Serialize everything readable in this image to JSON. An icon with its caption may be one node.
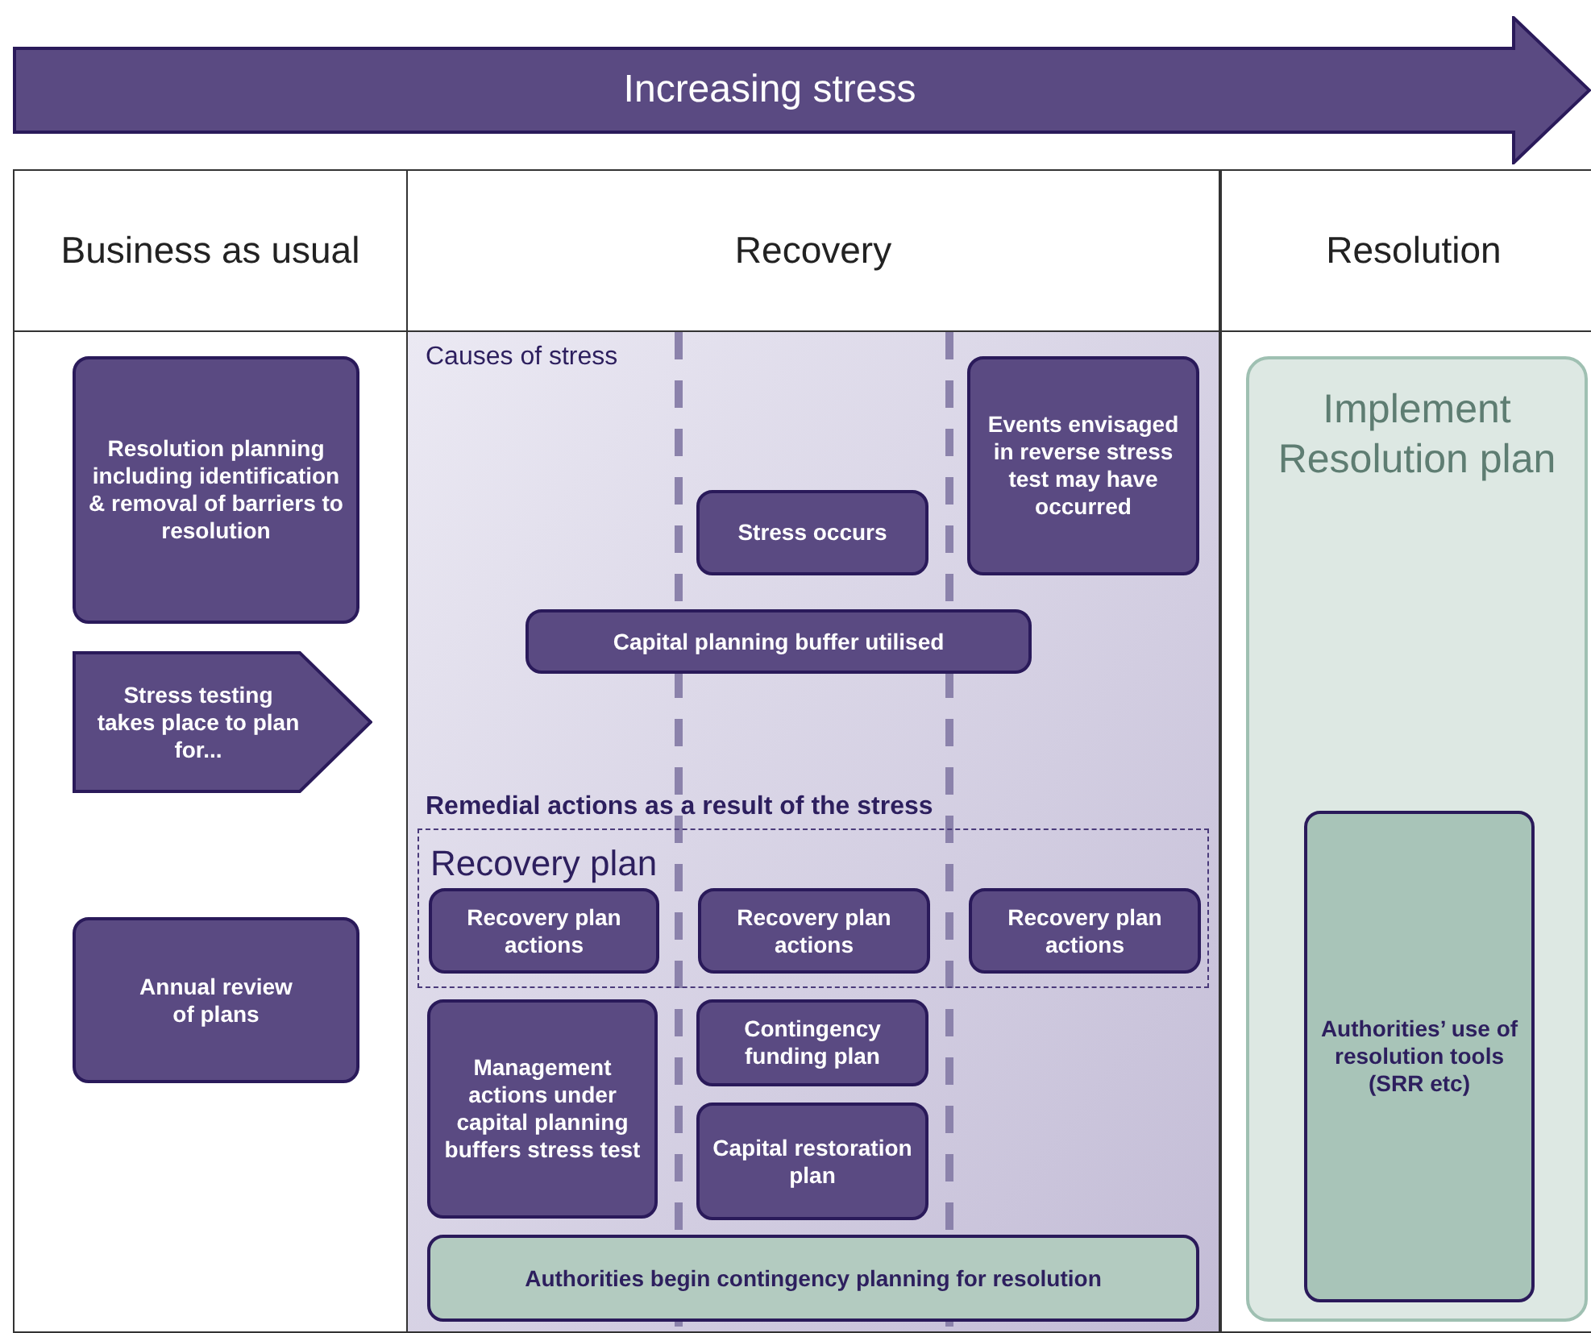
{
  "diagram": {
    "nodes": [
      {
        "text": [
          "Increasing stress"
        ]
      },
      {
        "text": [
          "Business as usual"
        ]
      },
      {
        "text": [
          "Resolution planning including identification & removal of barriers to resolution"
        ],
        "in": 1
      },
      {
        "text": [
          "Stress testing takes place to plan for..."
        ],
        "in": 1
      },
      {
        "text": [
          "Annual review of plans"
        ],
        "in": 1
      },
      {
        "text": [
          "Recovery"
        ]
      },
      {
        "text": [
          "Stress occurs"
        ],
        "in": 5
      },
      {
        "text": [
          "Events envisaged in reverse stress test may have occurred"
        ],
        "in": 5
      },
      {
        "text": [
          "Capital planning buffer utilised"
        ],
        "in": 5
      },
      {
        "text": [
          "Recovery plan"
        ],
        "in": 5
      },
      {
        "text": [
          "Recovery plan actions"
        ],
        "in": 9
      },
      {
        "text": [
          "Recovery plan actions"
        ],
        "in": 9
      },
      {
        "text": [
          "Recovery plan actions"
        ],
        "in": 9
      },
      {
        "text": [
          "Management actions under capital planning buffers stress test"
        ],
        "in": 5
      },
      {
        "text": [
          "Contingency funding plan"
        ],
        "in": 5
      },
      {
        "text": [
          "Capital restoration plan"
        ],
        "in": 5
      },
      {
        "text": [
          "Authorities begin contingency planning for resolution"
        ],
        "in": 5
      },
      {
        "text": [
          "Resolution"
        ]
      },
      {
        "text": [
          "Implement Resolution plan"
        ],
        "in": 17
      },
      {
        "text": [
          "Authorities’ use of resolution tools (SRR etc)"
        ],
        "in": 18
      }
    ],
    "labels": [
      "Causes of stress",
      "Remedial actions as a result of the stress"
    ]
  }
}
